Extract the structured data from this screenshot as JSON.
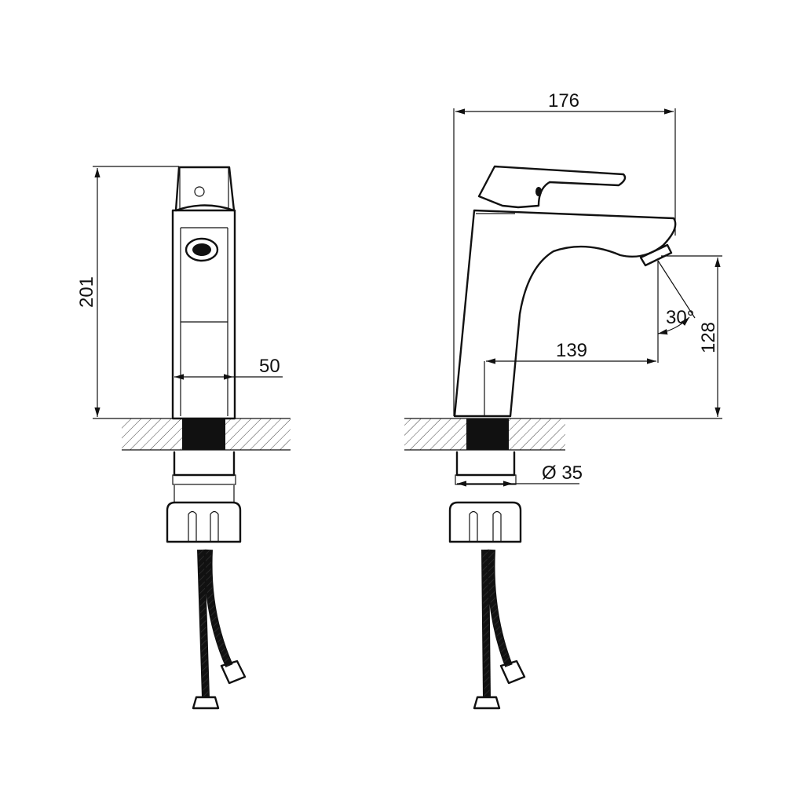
{
  "dimensions": {
    "height": "201",
    "width_front": "50",
    "length": "176",
    "reach": "139",
    "spout_height": "128",
    "angle": "30°",
    "diameter": "Ø 35"
  },
  "colors": {
    "line": "#111111",
    "background": "#ffffff",
    "fill_block": "#111111"
  }
}
